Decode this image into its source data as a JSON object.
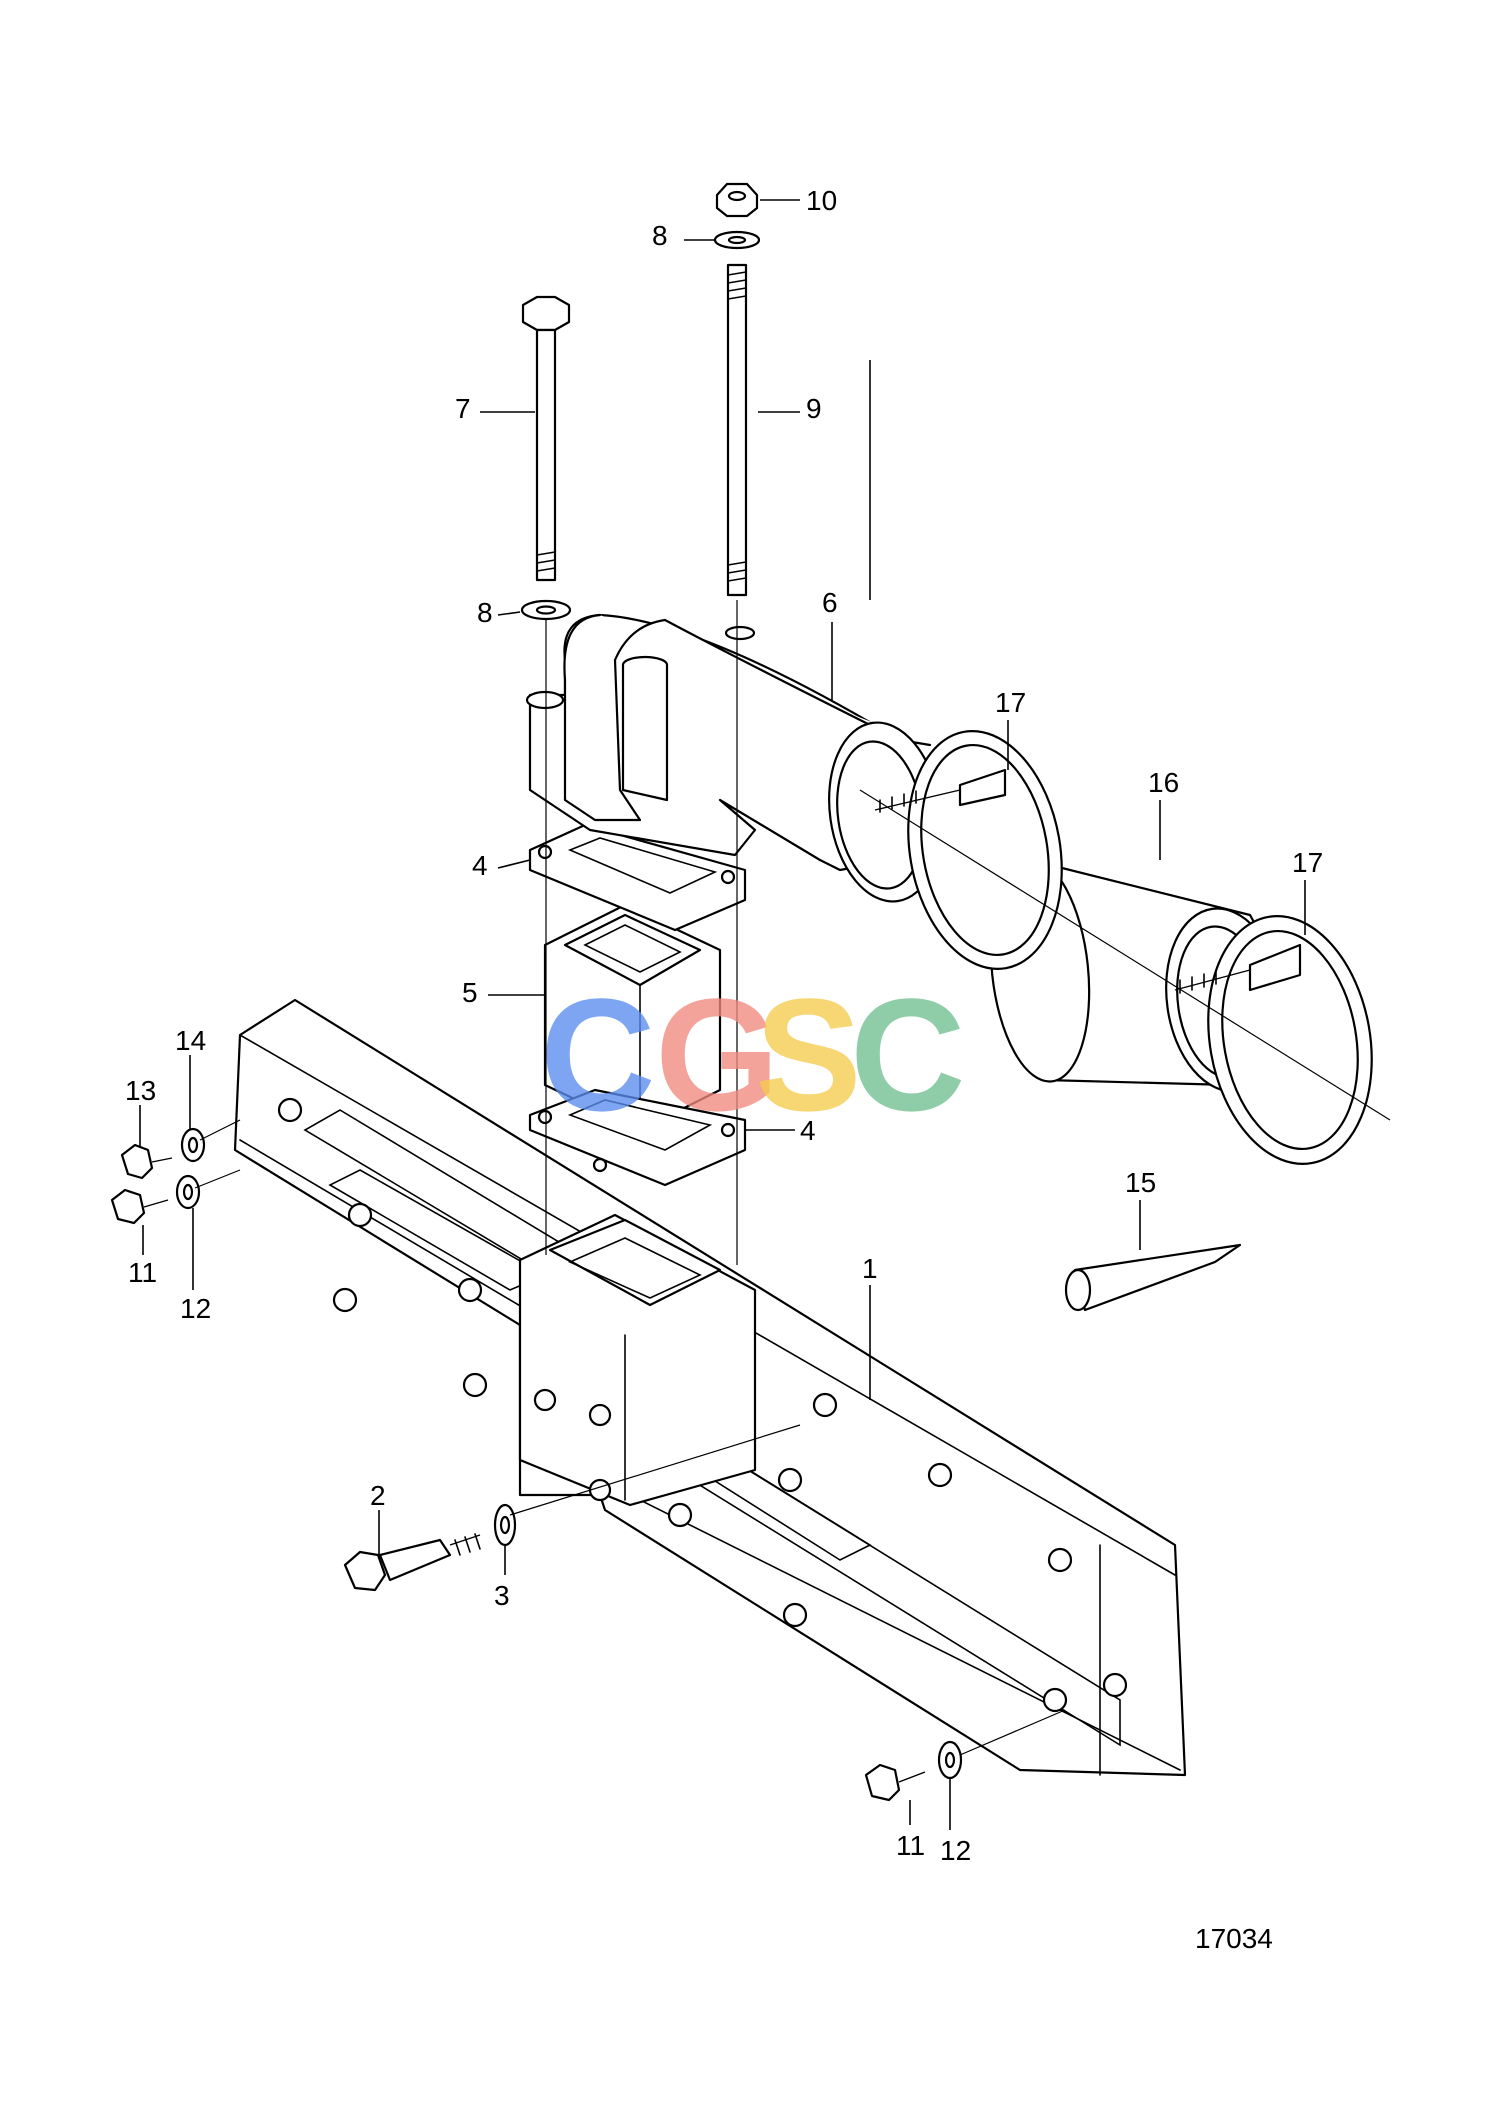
{
  "diagram": {
    "reference_number": "17034",
    "watermark": {
      "letters": [
        "C",
        "G",
        "S",
        "C"
      ],
      "colors": [
        "#5b8def",
        "#f08a7e",
        "#f6cc4c",
        "#6fbf8f"
      ]
    },
    "callouts": [
      "1",
      "2",
      "3",
      "4",
      "4",
      "5",
      "6",
      "7",
      "8",
      "8",
      "9",
      "10",
      "11",
      "11",
      "12",
      "12",
      "13",
      "14",
      "15",
      "16",
      "17",
      "17"
    ],
    "parts": [
      "exhaust-manifold",
      "flange-bolt",
      "washer",
      "gasket-upper",
      "gasket-lower",
      "spacer",
      "exhaust-elbow",
      "long-bolt",
      "washer-upper",
      "washer-lower",
      "stud",
      "nut",
      "plug-screw-left",
      "plug-screw-right",
      "seal-washer-left",
      "seal-washer-right",
      "plug-13",
      "washer-14",
      "sealant-tube",
      "hose",
      "hose-clamp-upper",
      "hose-clamp-lower"
    ]
  }
}
